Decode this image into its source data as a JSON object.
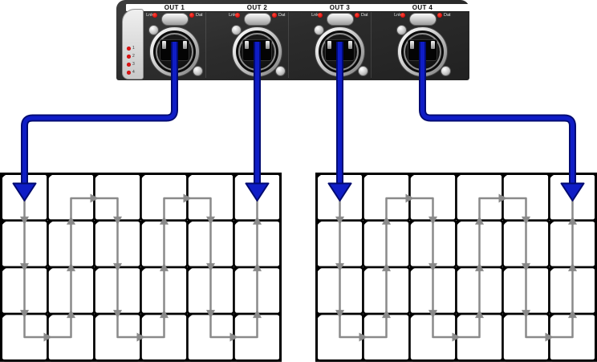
{
  "device": {
    "outputs": [
      {
        "label": "OUT 1",
        "lnk_label": "Lnk",
        "dat_label": "Dat"
      },
      {
        "label": "OUT 2",
        "lnk_label": "Lnk",
        "dat_label": "Dat"
      },
      {
        "label": "OUT 3",
        "lnk_label": "Lnk",
        "dat_label": "Dat"
      },
      {
        "label": "OUT 4",
        "lnk_label": "Lnk",
        "dat_label": "Dat"
      }
    ],
    "status_leds": [
      "1",
      "2",
      "3",
      "4"
    ],
    "colors": {
      "body": "#2c2c2c",
      "band": "#ffffff",
      "led_red": "#e31313"
    }
  },
  "cables": {
    "color": "#0f1dc6",
    "outline": "#000a70"
  },
  "chain": {
    "color": "#8a8a8a"
  },
  "grids": [
    {
      "cols": 6,
      "rows": 4,
      "pattern": "vertical-serpentine",
      "start": "top-left"
    },
    {
      "cols": 6,
      "rows": 4,
      "pattern": "vertical-serpentine",
      "start": "top-left"
    }
  ],
  "connections": [
    {
      "output": 0,
      "grid": 0,
      "column": 1,
      "role": "feed-start"
    },
    {
      "output": 1,
      "grid": 0,
      "column": 6,
      "role": "feed-end"
    },
    {
      "output": 2,
      "grid": 1,
      "column": 1,
      "role": "feed-start"
    },
    {
      "output": 3,
      "grid": 1,
      "column": 6,
      "role": "feed-end"
    }
  ]
}
